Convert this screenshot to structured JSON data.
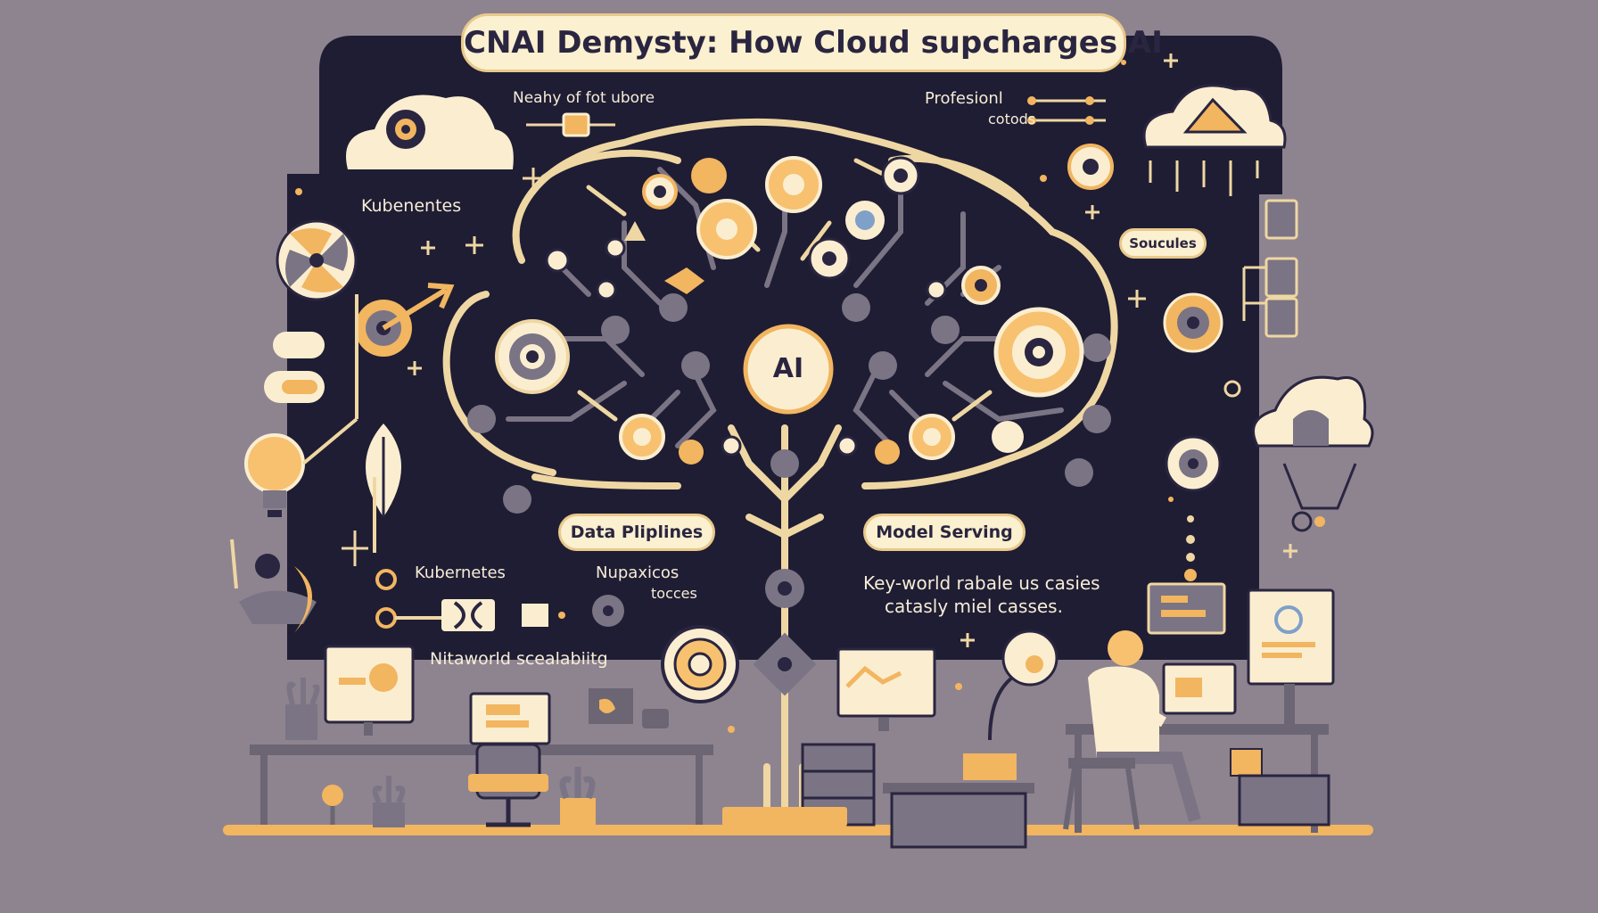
{
  "title": "CNAI Demysty: How Cloud supcharges AI",
  "labels": {
    "top_center": "Neahy of fot ubore",
    "top_right_line1": "Profesionl",
    "top_right_line2": "cotods",
    "kubernetes_top": "Kubenentes",
    "soucules": "Soucules",
    "ai_core": "AI",
    "data_pipelines": "Data Pliplines",
    "model_serving": "Model Serving",
    "kubernetes_bottom": "Kubernetes",
    "nupaxicos": "Nupaxicos",
    "tocces": "tocces",
    "key_world_line1": "Key-world rabale us casies",
    "key_world_line2": "catasly miel casses.",
    "scalability": "Nitaworld scealabiitg"
  },
  "colors": {
    "background": "#8e8490",
    "board": "#1f1d33",
    "accent_cream": "#fbeed0",
    "accent_orange": "#f2b560",
    "line_cream": "#efd7a3",
    "node_gray": "#7a7484",
    "dark_ink": "#2a2540",
    "furniture": "#6b6574"
  },
  "icons": [
    "cloud-gear-icon",
    "cloud-mountain-icon",
    "cloud-network-icon",
    "fan-icon",
    "target-icon",
    "lightbulb-icon",
    "leaf-icon",
    "gear-wheel-icon",
    "monitor-icon",
    "plant-icon",
    "server-stack-icon",
    "person-at-desk-icon"
  ]
}
